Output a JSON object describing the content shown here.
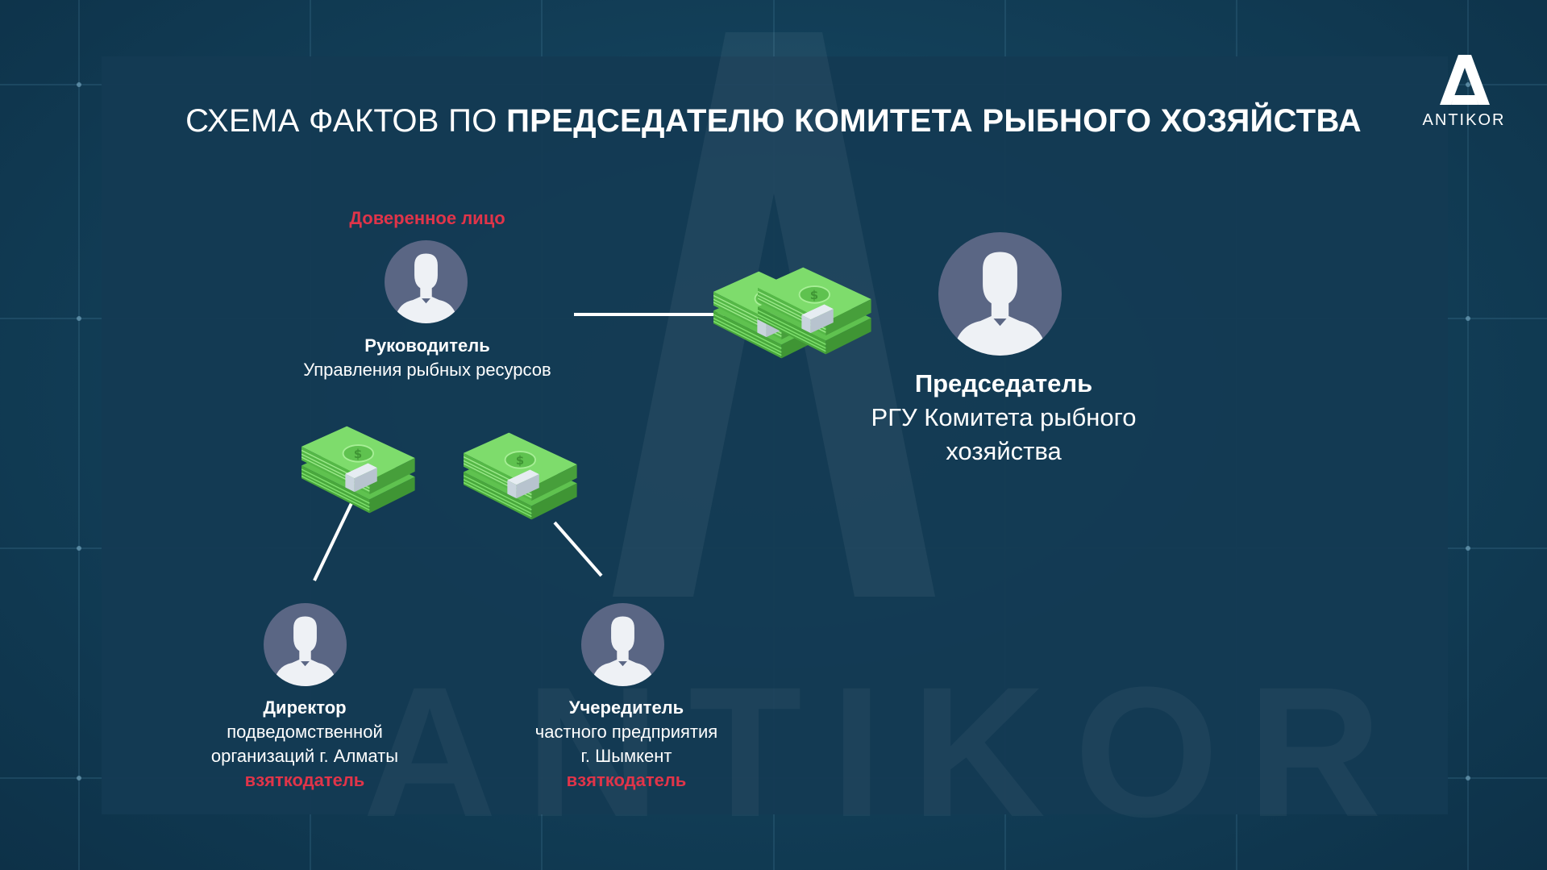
{
  "title": {
    "regular": "СХЕМА ФАКТОВ ПО ",
    "bold": "ПРЕДСЕДАТЕЛЮ КОМИТЕТА РЫБНОГО ХОЗЯЙСТВА"
  },
  "logo": {
    "text": "ANTIKOR"
  },
  "people": {
    "head": {
      "tag": "Доверенное лицо",
      "name": "Руководитель",
      "desc": "Управления рыбных ресурсов"
    },
    "chairman": {
      "name": "Председатель",
      "desc1": "РГУ Комитета рыбного",
      "desc2": "хозяйства"
    },
    "director": {
      "name": "Директор",
      "desc1": "подведомственной",
      "desc2": "организаций г. Алматы",
      "role": "взяткодатель"
    },
    "founder": {
      "name": "Учередитель",
      "desc1": "частного предприятия",
      "desc2": "г. Шымкент",
      "role": "взяткодатель"
    }
  },
  "colors": {
    "accent_red": "#e13449",
    "avatar_bg": "#5a6684",
    "money_green": "#6fd35f"
  },
  "icons": [
    "person-avatar-icon",
    "money-stack-icon",
    "antikor-logo-icon"
  ]
}
